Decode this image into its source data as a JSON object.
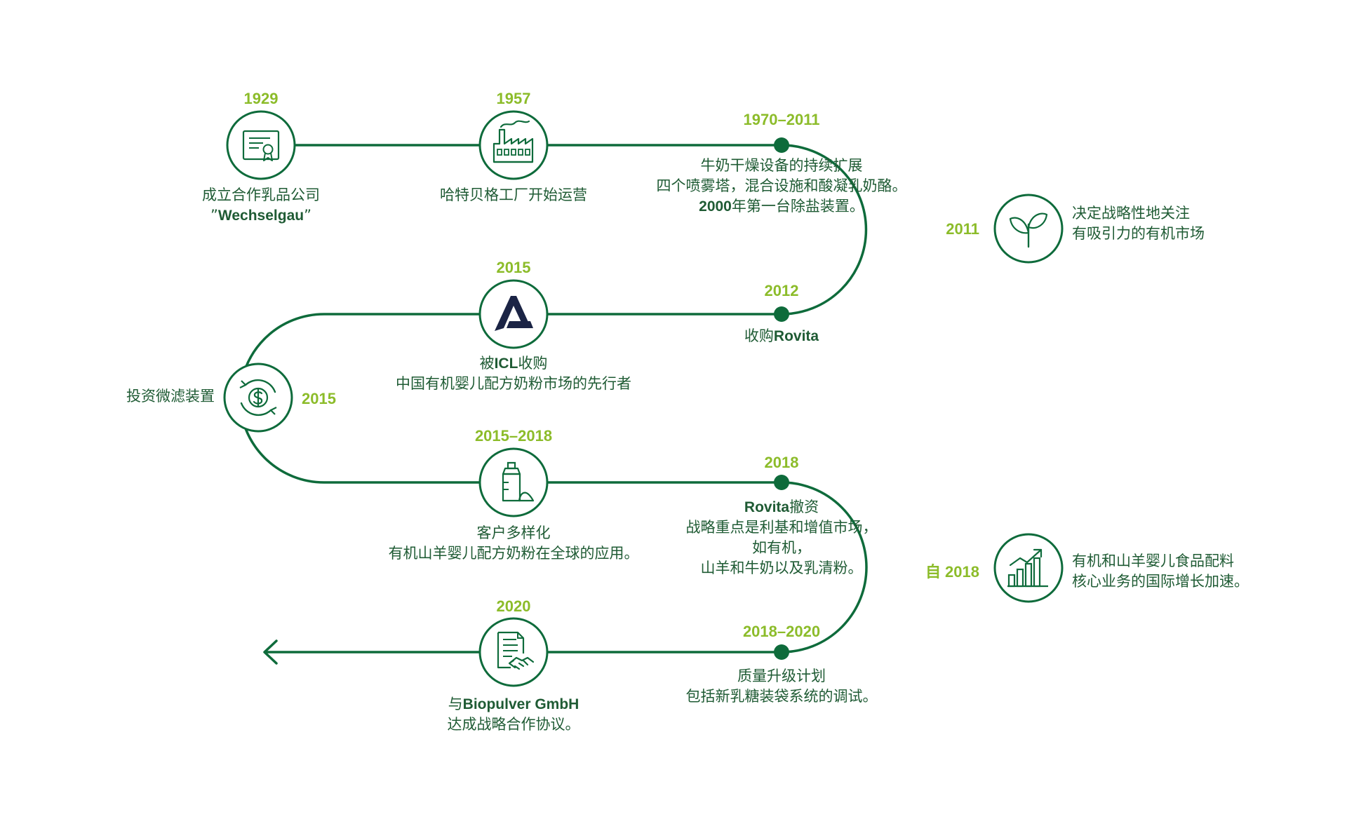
{
  "colors": {
    "path": "#0e6b3b",
    "year": "#8cbc2a",
    "text": "#1f5b34",
    "icon": "#0e6b3b",
    "icl_logo": "#1b2445"
  },
  "milestones": [
    {
      "year": "1929",
      "icon": "certificate-icon",
      "lines": [
        "成立合作乳品公司",
        "”Wechselgau”"
      ]
    },
    {
      "year": "1957",
      "icon": "factory-icon",
      "lines": [
        "哈特贝格工厂开始运营"
      ]
    },
    {
      "year": "1970–2011",
      "lines": [
        "牛奶干燥设备的持续扩展",
        "四个喷雾塔，混合设施和酸凝乳奶酪。",
        "2000年第一台除盐装置。"
      ]
    },
    {
      "year": "2011",
      "icon": "plant-sprout-icon",
      "lines": [
        "决定战略性地关注",
        "有吸引力的有机市场"
      ]
    },
    {
      "year": "2012",
      "lines": [
        "收购Rovita"
      ]
    },
    {
      "year": "2015",
      "icon": "icl-logo-icon",
      "lines": [
        "被ICL收购",
        "中国有机婴儿配方奶粉市场的先行者"
      ]
    },
    {
      "year": "2015",
      "icon": "dollar-cycle-icon",
      "lines": [
        "投资微滤装置"
      ]
    },
    {
      "year": "2015–2018",
      "icon": "baby-bottle-icon",
      "lines": [
        "客户多样化",
        "有机山羊婴儿配方奶粉在全球的应用。"
      ]
    },
    {
      "year": "2018",
      "lines": [
        "Rovita撤资",
        "战略重点是利基和增值市场，",
        "如有机，",
        "山羊和牛奶以及乳清粉。"
      ]
    },
    {
      "year": "自 2018",
      "icon": "growth-chart-icon",
      "lines": [
        "有机和山羊婴儿食品配料",
        "核心业务的国际增长加速。"
      ]
    },
    {
      "year": "2018–2020",
      "lines": [
        "质量升级计划",
        "包括新乳糖装袋系统的调试。"
      ]
    },
    {
      "year": "2020",
      "icon": "contract-handshake-icon",
      "lines": [
        "与Biopulver GmbH",
        "达成战略合作协议。"
      ]
    }
  ]
}
